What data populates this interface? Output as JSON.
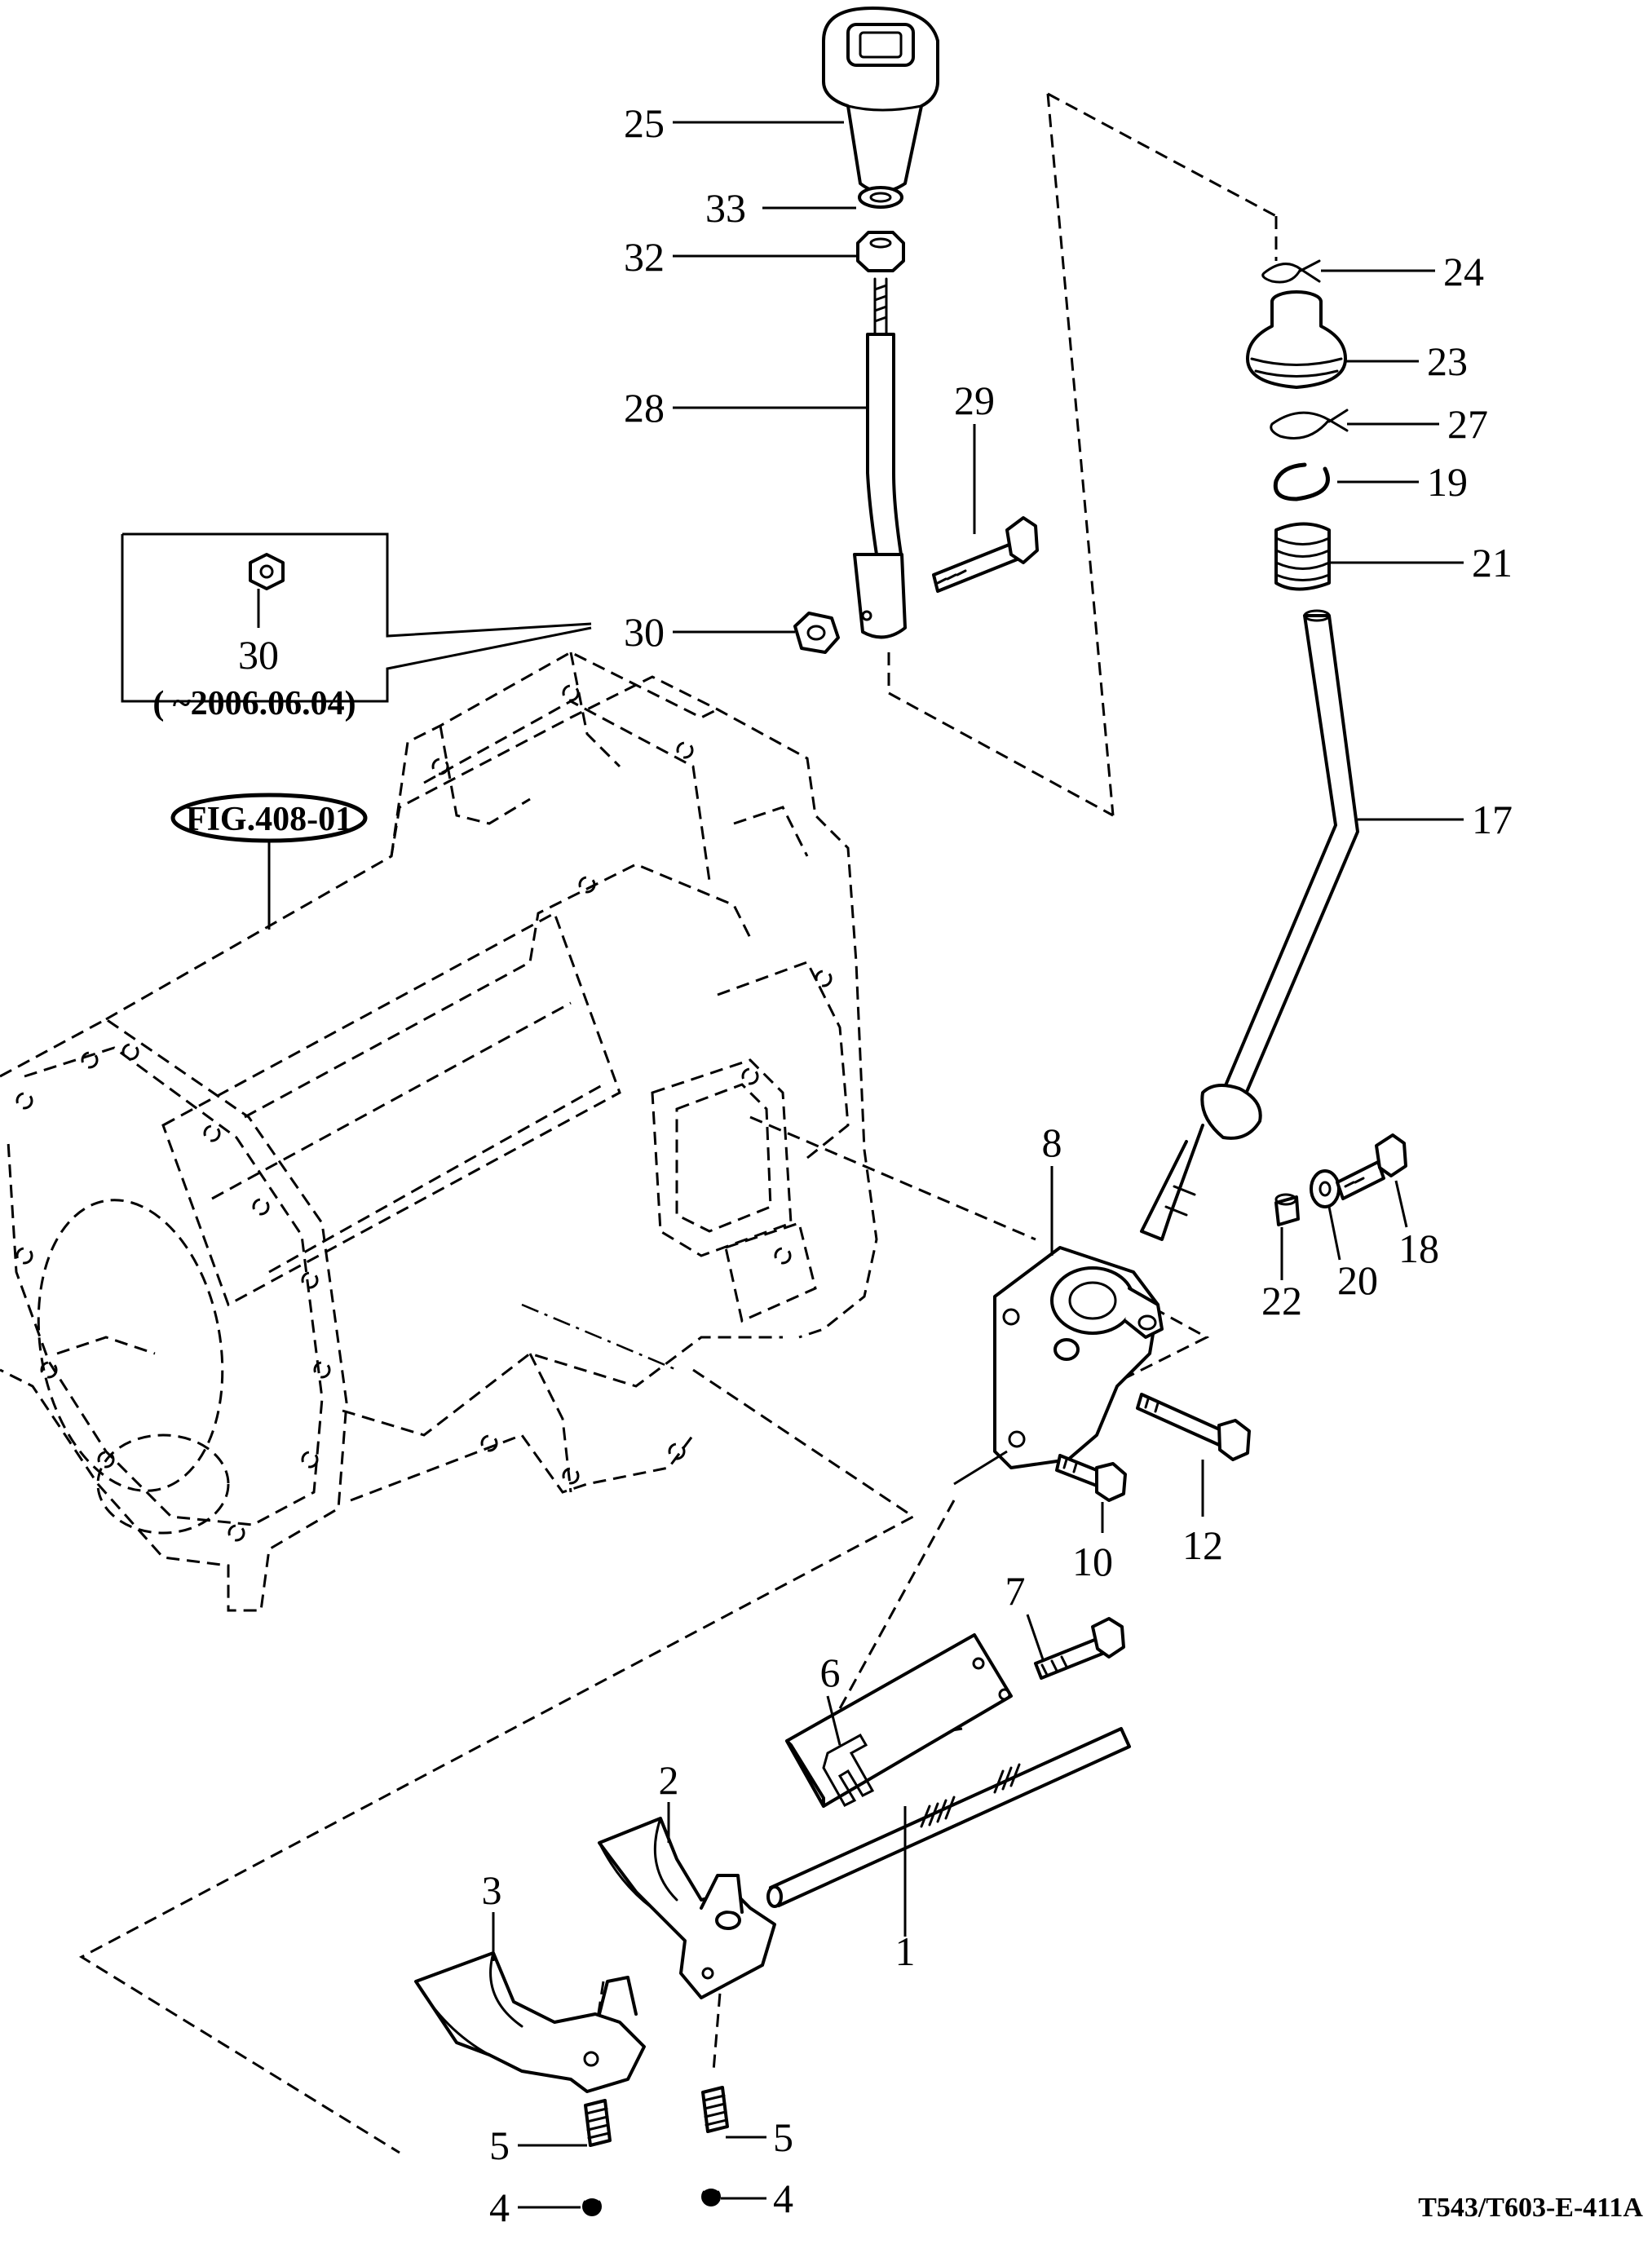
{
  "drawing_code": "T543/T603-E-411A",
  "figure_ref": "FIG.408-01",
  "inset": {
    "part_number": "30",
    "date_note": "( ~2006.06.04)"
  },
  "callouts": {
    "c1": "1",
    "c2": "2",
    "c3": "3",
    "c4a": "4",
    "c4b": "4",
    "c5a": "5",
    "c5b": "5",
    "c6": "6",
    "c7": "7",
    "c8": "8",
    "c10": "10",
    "c12": "12",
    "c17": "17",
    "c18": "18",
    "c19": "19",
    "c20": "20",
    "c21": "21",
    "c22": "22",
    "c23": "23",
    "c24": "24",
    "c25": "25",
    "c27": "27",
    "c28": "28",
    "c29": "29",
    "c30": "30",
    "c32": "32",
    "c33": "33"
  }
}
